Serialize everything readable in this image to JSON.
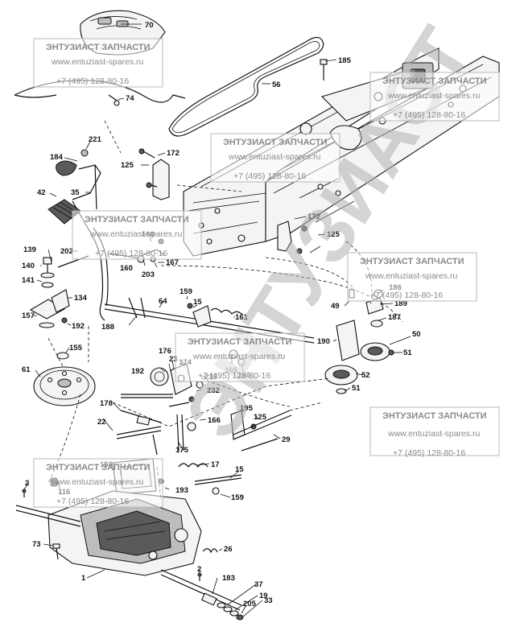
{
  "parts": [
    {
      "ref": "70"
    },
    {
      "ref": "74"
    },
    {
      "ref": "56"
    },
    {
      "ref": "185"
    },
    {
      "ref": "221"
    },
    {
      "ref": "184"
    },
    {
      "ref": "172"
    },
    {
      "ref": "125"
    },
    {
      "ref": "35"
    },
    {
      "ref": "42"
    },
    {
      "ref": "172"
    },
    {
      "ref": "125"
    },
    {
      "ref": "160"
    },
    {
      "ref": "139"
    },
    {
      "ref": "202"
    },
    {
      "ref": "140"
    },
    {
      "ref": "141"
    },
    {
      "ref": "134"
    },
    {
      "ref": "157"
    },
    {
      "ref": "192"
    },
    {
      "ref": "160"
    },
    {
      "ref": "203"
    },
    {
      "ref": "167"
    },
    {
      "ref": "159"
    },
    {
      "ref": "64"
    },
    {
      "ref": "15"
    },
    {
      "ref": "188"
    },
    {
      "ref": "161"
    },
    {
      "ref": "186"
    },
    {
      "ref": "49"
    },
    {
      "ref": "189"
    },
    {
      "ref": "187"
    },
    {
      "ref": "190"
    },
    {
      "ref": "50"
    },
    {
      "ref": "51"
    },
    {
      "ref": "52"
    },
    {
      "ref": "51"
    },
    {
      "ref": "155"
    },
    {
      "ref": "61"
    },
    {
      "ref": "23"
    },
    {
      "ref": "176"
    },
    {
      "ref": "174"
    },
    {
      "ref": "192"
    },
    {
      "ref": "165"
    },
    {
      "ref": "166"
    },
    {
      "ref": "233"
    },
    {
      "ref": "232"
    },
    {
      "ref": "178"
    },
    {
      "ref": "22"
    },
    {
      "ref": "166"
    },
    {
      "ref": "195"
    },
    {
      "ref": "125"
    },
    {
      "ref": "175"
    },
    {
      "ref": "29"
    },
    {
      "ref": "17"
    },
    {
      "ref": "158"
    },
    {
      "ref": "116"
    },
    {
      "ref": "2"
    },
    {
      "ref": "193"
    },
    {
      "ref": "15"
    },
    {
      "ref": "159"
    },
    {
      "ref": "73"
    },
    {
      "ref": "26"
    },
    {
      "ref": "1"
    },
    {
      "ref": "2"
    },
    {
      "ref": "183"
    },
    {
      "ref": "37"
    },
    {
      "ref": "19"
    },
    {
      "ref": "205"
    },
    {
      "ref": "33"
    }
  ],
  "watermark": {
    "title": "ЭНТУЗИАСТ ЗАПЧАСТИ",
    "url": "www.entuziast-spares.ru",
    "phone": "+7 (495) 128-80-16",
    "big_text": "ЭНТУЗИАСТ"
  }
}
